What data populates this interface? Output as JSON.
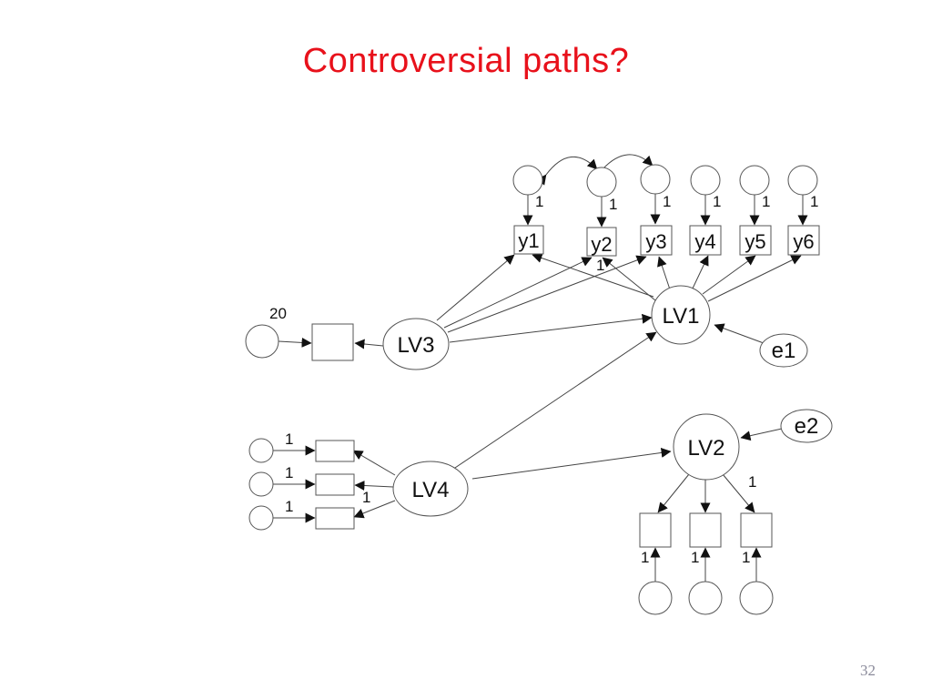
{
  "slide": {
    "title": "Controversial paths?",
    "page_number": "32"
  },
  "diagram": {
    "latent": {
      "lv1": "LV1",
      "lv2": "LV2",
      "lv3": "LV3",
      "lv4": "LV4"
    },
    "errors": {
      "e1": "e1",
      "e2": "e2"
    },
    "indicators": {
      "y1": "y1",
      "y2": "y2",
      "y3": "y3",
      "y4": "y4",
      "y5": "y5",
      "y6": "y6"
    },
    "path_labels": {
      "y1": "1",
      "y2": "1",
      "y3": "1",
      "y4": "1",
      "y5": "1",
      "y6": "1",
      "y2_extra": "1",
      "lv3_indicator": "20",
      "lv4_a": "1",
      "lv4_b": "1",
      "lv4_c": "1",
      "lv4_loading": "1",
      "lv2_loading": "1",
      "lv2_a": "1",
      "lv2_b": "1",
      "lv2_c": "1"
    }
  }
}
